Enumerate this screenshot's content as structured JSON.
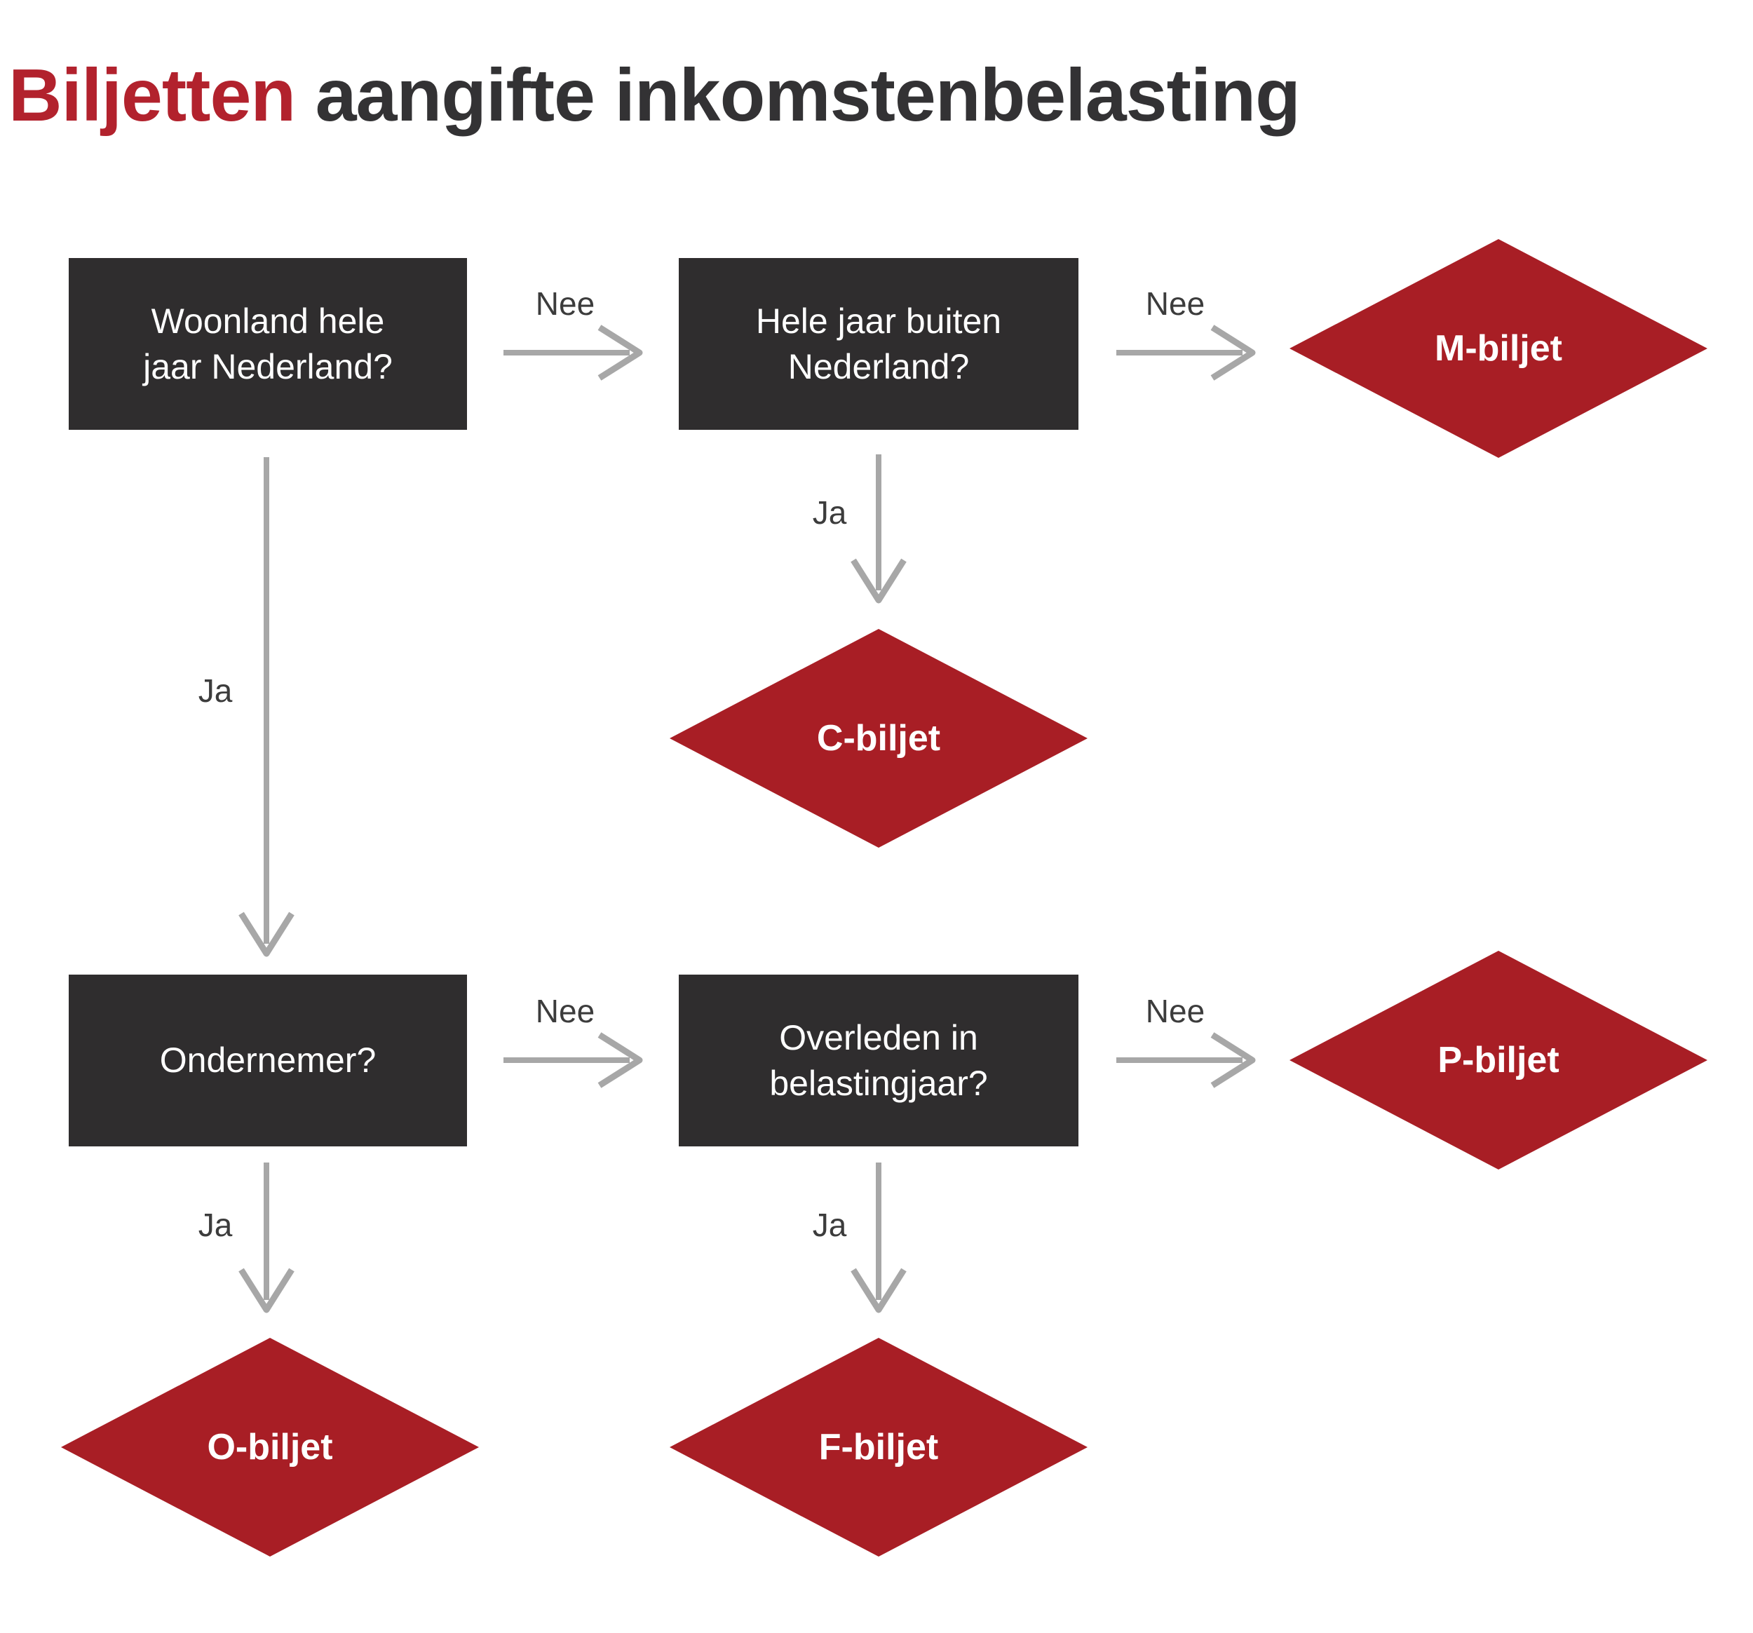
{
  "title": {
    "highlight": "Biljetten",
    "rest": " aangifte inkomstenbelasting"
  },
  "colors": {
    "title_red": "#b2222d",
    "title_dark": "#333234",
    "question_box": "#2f2d2e",
    "outcome_diamond_red": "#a81e25",
    "arrow_gray": "#a7a7a7",
    "edge_label_gray": "#3c3c3c",
    "background": "#ffffff",
    "node_text": "#ffffff"
  },
  "flow": {
    "questions": [
      {
        "id": "q1",
        "label": "Woonland hele jaar Nederland?"
      },
      {
        "id": "q2",
        "label": "Hele jaar buiten Nederland?"
      },
      {
        "id": "q3",
        "label": "Ondernemer?"
      },
      {
        "id": "q4",
        "label": "Overleden in belastingjaar?"
      }
    ],
    "outcomes": [
      {
        "id": "m",
        "label": "M-biljet"
      },
      {
        "id": "c",
        "label": "C-biljet"
      },
      {
        "id": "p",
        "label": "P-biljet"
      },
      {
        "id": "o",
        "label": "O-biljet"
      },
      {
        "id": "f",
        "label": "F-biljet"
      }
    ],
    "edges": [
      {
        "id": "q1-q2",
        "from": "q1",
        "to": "q2",
        "label": "Nee"
      },
      {
        "id": "q2-m",
        "from": "q2",
        "to": "m",
        "label": "Nee"
      },
      {
        "id": "q2-c",
        "from": "q2",
        "to": "c",
        "label": "Ja"
      },
      {
        "id": "q1-q3",
        "from": "q1",
        "to": "q3",
        "label": "Ja"
      },
      {
        "id": "q3-q4",
        "from": "q3",
        "to": "q4",
        "label": "Nee"
      },
      {
        "id": "q4-p",
        "from": "q4",
        "to": "p",
        "label": "Nee"
      },
      {
        "id": "q3-o",
        "from": "q3",
        "to": "o",
        "label": "Ja"
      },
      {
        "id": "q4-f",
        "from": "q4",
        "to": "f",
        "label": "Ja"
      }
    ]
  }
}
